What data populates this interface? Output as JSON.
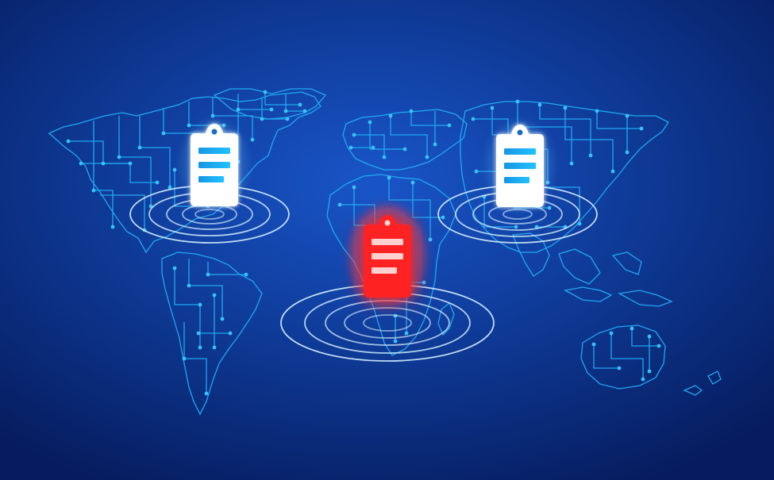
{
  "scene": {
    "background_color_top": "#0b2a78",
    "background_color_center": "#1648b7",
    "background_color_bottom": "#071d5c",
    "map_line_color": "#22aef6",
    "map_dot_color": "#39c8ff",
    "ring_color": "#d8f3ff",
    "marker_white": "#ffffff",
    "marker_blue": "#1ca9ef",
    "marker_red": "#ff2222",
    "marker_red_glow": "#ff4a4a"
  },
  "markers": [
    {
      "id": "americas",
      "state": "normal",
      "icon": "clipboard-icon"
    },
    {
      "id": "africa",
      "state": "alert",
      "icon": "clipboard-icon"
    },
    {
      "id": "asia",
      "state": "normal",
      "icon": "clipboard-icon"
    }
  ]
}
